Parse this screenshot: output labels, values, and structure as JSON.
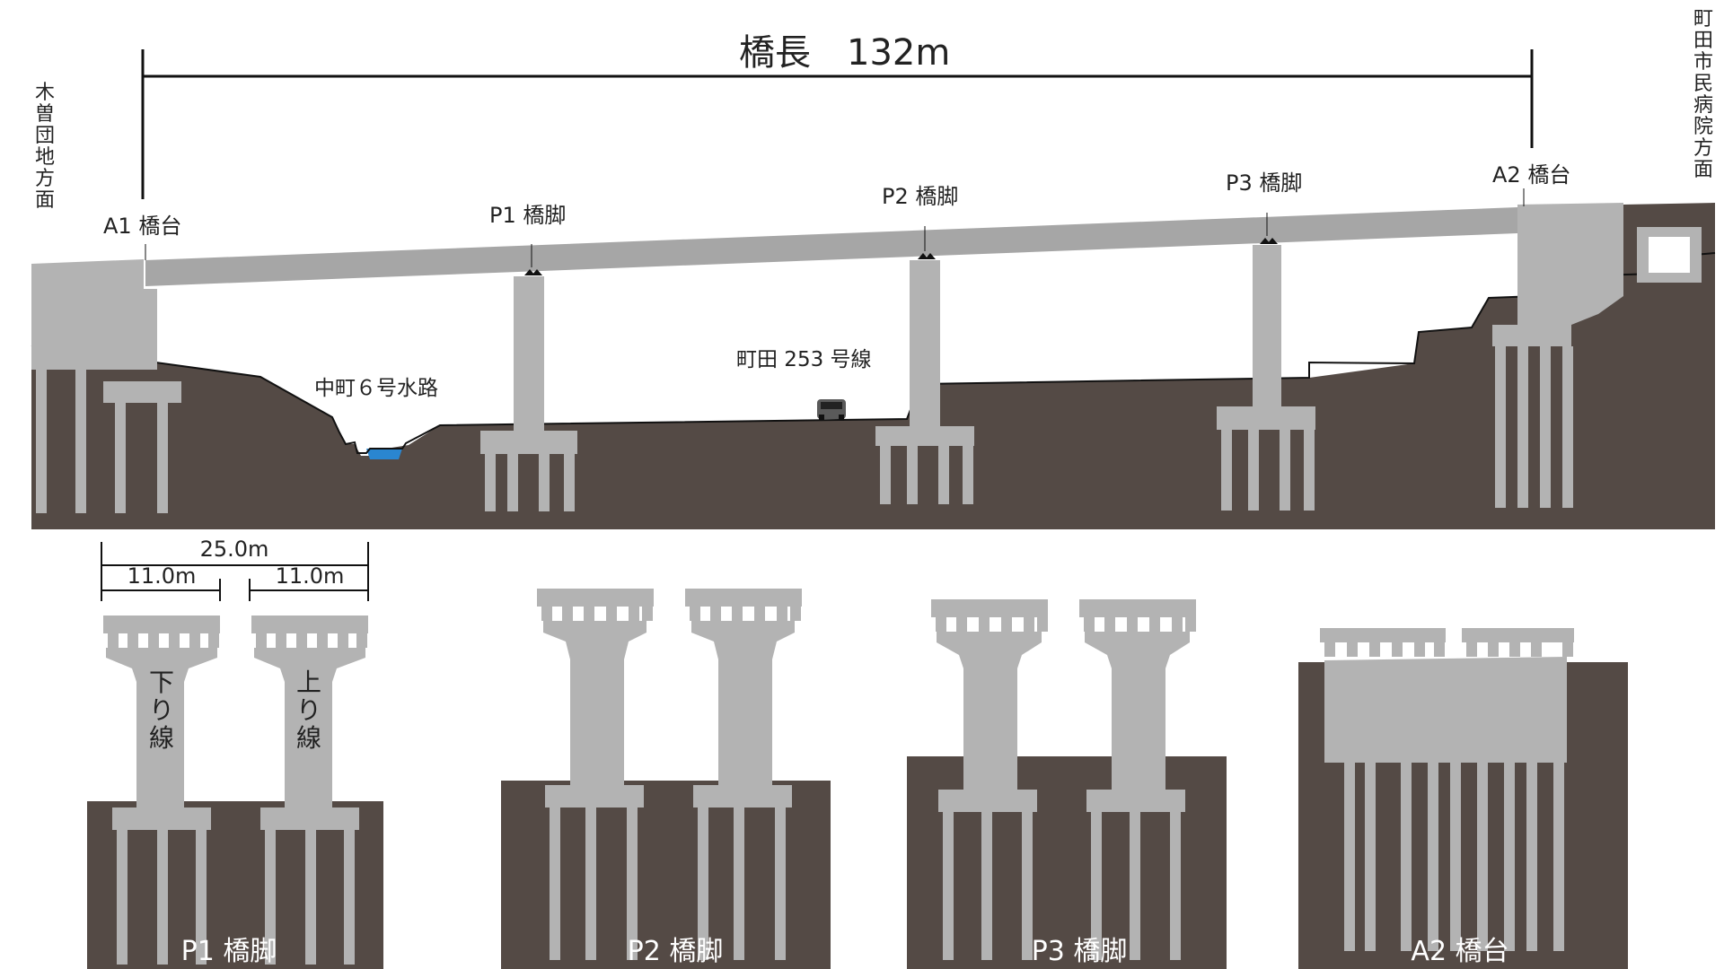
{
  "title": "橋長　132m",
  "left_direction": "木曽団地方面",
  "right_direction": "町田市民病院方面",
  "supports": {
    "a1": "A1 橋台",
    "p1": "P1 橋脚",
    "p2": "P2 橋脚",
    "p3": "P3 橋脚",
    "a2": "A2 橋台"
  },
  "waterway": "中町６号水路",
  "road": "町田 253 号線",
  "dims": {
    "total": "25.0m",
    "left": "11.0m",
    "right": "11.0m"
  },
  "lanes": {
    "down": "下り線",
    "up": "上り線"
  },
  "sections": {
    "p1": "P1 橋脚",
    "p2": "P2 橋脚",
    "p3": "P3 橋脚",
    "a2": "A2 橋台"
  },
  "colors": {
    "ground": "#544a45",
    "concrete": "#b3b3b3",
    "deck": "#a6a6a6",
    "water": "#2a86d0",
    "line": "#111111"
  }
}
